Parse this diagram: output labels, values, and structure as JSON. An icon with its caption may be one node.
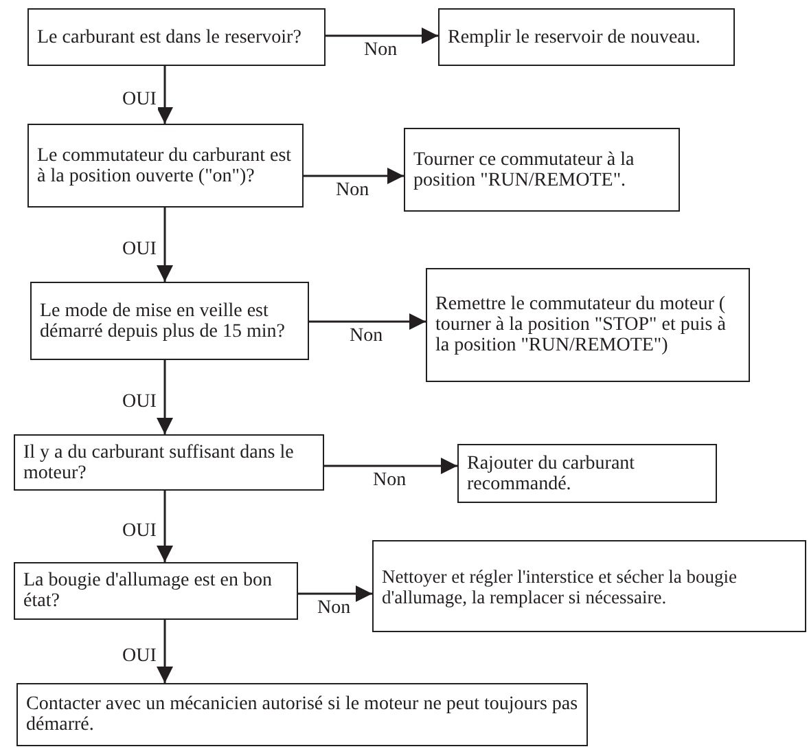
{
  "diagram": {
    "nodes": [
      {
        "text": [
          "Le carburant est dans le reservoir?"
        ]
      },
      {
        "text": [
          "Remplir le reservoir de nouveau."
        ]
      },
      {
        "text": [
          "Le commutateur du carburant est à la position ouverte (\"on\")?"
        ]
      },
      {
        "text": [
          "Tourner ce commutateur à la position \"RUN/REMOTE\"."
        ]
      },
      {
        "text": [
          "Le mode de mise en veille est démarré depuis plus de 15 min?"
        ]
      },
      {
        "text": [
          "Remettre le commutateur du moteur ( tourner à la position \"STOP\" et puis à la position \"RUN/REMOTE\")"
        ]
      },
      {
        "text": [
          "Il y a du carburant suffisant dans le moteur?"
        ]
      },
      {
        "text": [
          "Rajouter du carburant recommandé."
        ]
      },
      {
        "text": [
          "La bougie d'allumage est en bon état?"
        ]
      },
      {
        "text": [
          "Nettoyer et régler l'interstice et sécher la bougie d'allumage, la remplacer si nécessaire."
        ]
      },
      {
        "text": [
          "Contacter avec un mécanicien autorisé si le moteur ne peut toujours pas démarré."
        ]
      }
    ],
    "edges": [
      {
        "from": 0,
        "to": 1,
        "arrow": "to",
        "label": "Non"
      },
      {
        "from": 0,
        "to": 2,
        "arrow": "to",
        "label": "OUI"
      },
      {
        "from": 2,
        "to": 3,
        "arrow": "to",
        "label": "Non"
      },
      {
        "from": 2,
        "to": 4,
        "arrow": "to",
        "label": "OUI"
      },
      {
        "from": 4,
        "to": 5,
        "arrow": "to",
        "label": "Non"
      },
      {
        "from": 4,
        "to": 6,
        "arrow": "to",
        "label": "OUI"
      },
      {
        "from": 6,
        "to": 7,
        "arrow": "to",
        "label": "Non"
      },
      {
        "from": 6,
        "to": 8,
        "arrow": "to",
        "label": "OUI"
      },
      {
        "from": 8,
        "to": 9,
        "arrow": "to",
        "label": "Non"
      },
      {
        "from": 8,
        "to": 10,
        "arrow": "to",
        "label": "OUI"
      }
    ]
  }
}
